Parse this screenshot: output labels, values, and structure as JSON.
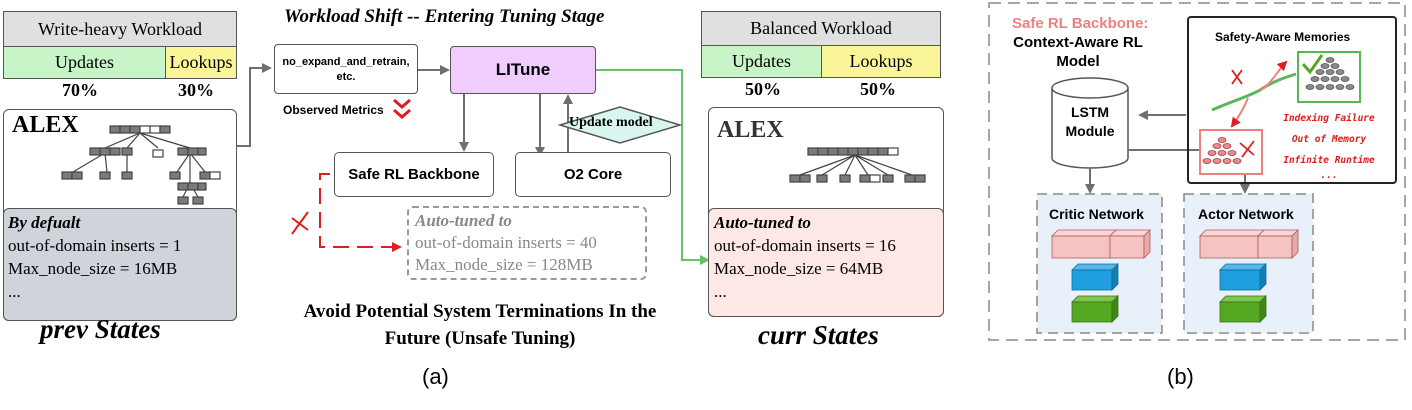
{
  "left": {
    "workload_title": "Write-heavy Workload",
    "updates_label": "Updates",
    "lookups_label": "Lookups",
    "updates_pct": "70%",
    "lookups_pct": "30%",
    "alex_label": "ALEX",
    "config_heading": "By defualt",
    "config_lines": [
      "out-of-domain inserts = 1",
      "Max_node_size = 16MB",
      "..."
    ],
    "states_label": "prev States"
  },
  "middle": {
    "title": "Workload Shift -- Entering Tuning Stage",
    "metrics_box": "no_expand_and_retrain,",
    "metrics_box_2": "etc.",
    "observed_metrics": "Observed Metrics",
    "litune": "LITune",
    "update_model": "Update model",
    "safe_rl": "Safe RL Backbone",
    "o2_core": "O2 Core",
    "unsafe_heading": "Auto-tuned to",
    "unsafe_lines": [
      "out-of-domain inserts = 40",
      "Max_node_size = 128MB"
    ],
    "caption_line1": "Avoid Potential System Terminations In the",
    "caption_line2": "Future (Unsafe Tuning)",
    "fig_label": "(a)"
  },
  "right": {
    "workload_title": "Balanced Workload",
    "updates_label": "Updates",
    "lookups_label": "Lookups",
    "updates_pct": "50%",
    "lookups_pct": "50%",
    "alex_label": "ALEX",
    "config_heading": "Auto-tuned to",
    "config_lines": [
      "out-of-domain inserts = 16",
      "Max_node_size = 64MB",
      "..."
    ],
    "states_label": "curr States"
  },
  "panel_b": {
    "safe_title": "Safe RL Backbone:",
    "model_title_1": "Context-Aware RL",
    "model_title_2": "Model",
    "lstm_1": "LSTM",
    "lstm_2": "Module",
    "memories_title": "Safety-Aware Memories",
    "failures": [
      "Indexing Failure",
      "Out of Memory",
      "Infinite Runtime",
      "..."
    ],
    "critic": "Critic Network",
    "actor": "Actor Network",
    "fig_label": "(b)"
  },
  "colors": {
    "green_cell": "#c8f5c8",
    "yellow_cell": "#fbf59a",
    "grey_header": "#e0e0e0",
    "config_grey": "#cfd3da",
    "config_pink": "#fde8e6",
    "litune_purple": "#f0cdfc",
    "diamond_teal": "#d8f5ef",
    "arrow_green": "#66c266",
    "arrow_red": "#dd1f1f",
    "safe_title_red": "#f08080",
    "panel_blue": "#e8f0fa",
    "pink_block": "#f6c3c3",
    "blue_block": "#1f9fdf",
    "green_block": "#55a821"
  }
}
